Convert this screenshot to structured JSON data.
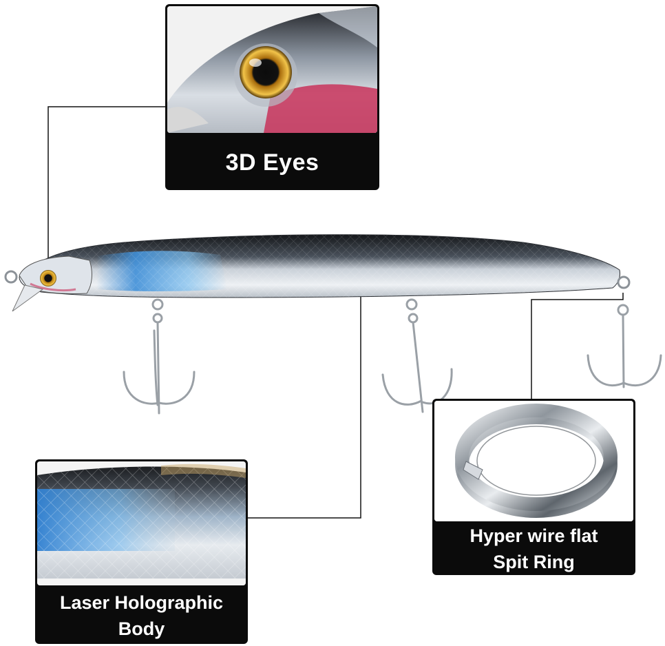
{
  "callouts": {
    "eyes": {
      "line1": "3D Eyes"
    },
    "body": {
      "line1": "Laser Holographic",
      "line2": "Body"
    },
    "ring": {
      "line1": "Hyper wire flat",
      "line2": "Spit Ring"
    }
  },
  "colors": {
    "caption_bg": "#0b0b0b",
    "caption_text": "#ffffff",
    "lure_back": "#1c1e22",
    "lure_blue": "#3f8fd8",
    "lure_belly": "#e8ecf0",
    "eye_gold": "#d9a21b",
    "gill_pink": "#c8325a",
    "hook_steel": "#9aa0a6"
  },
  "icons": [
    "eye-icon",
    "split-ring-icon",
    "treble-hook-icon"
  ]
}
